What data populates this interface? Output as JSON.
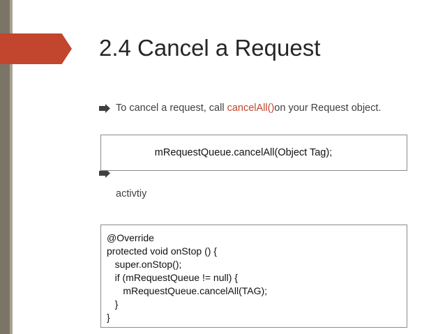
{
  "slide": {
    "title": "2.4 Cancel a Request",
    "bullet1": {
      "prefix": "To cancel a request, call ",
      "highlight": "cancelAll()",
      "suffix": "on your Request object."
    },
    "code_box1": "mRequestQueue.cancelAll(Object Tag);",
    "bullet2_partial": "activtiy",
    "code_box2_lines": [
      "@Override",
      "protected void onStop () {",
      "   super.onStop();",
      "   if (mRequestQueue != null) {",
      "      mRequestQueue.cancelAll(TAG);",
      "   }",
      "}"
    ]
  },
  "colors": {
    "accent": "#c2452d",
    "stripe": "#7a7566",
    "text": "#404040"
  },
  "icons": {
    "bullet": "arrow-right-icon"
  }
}
